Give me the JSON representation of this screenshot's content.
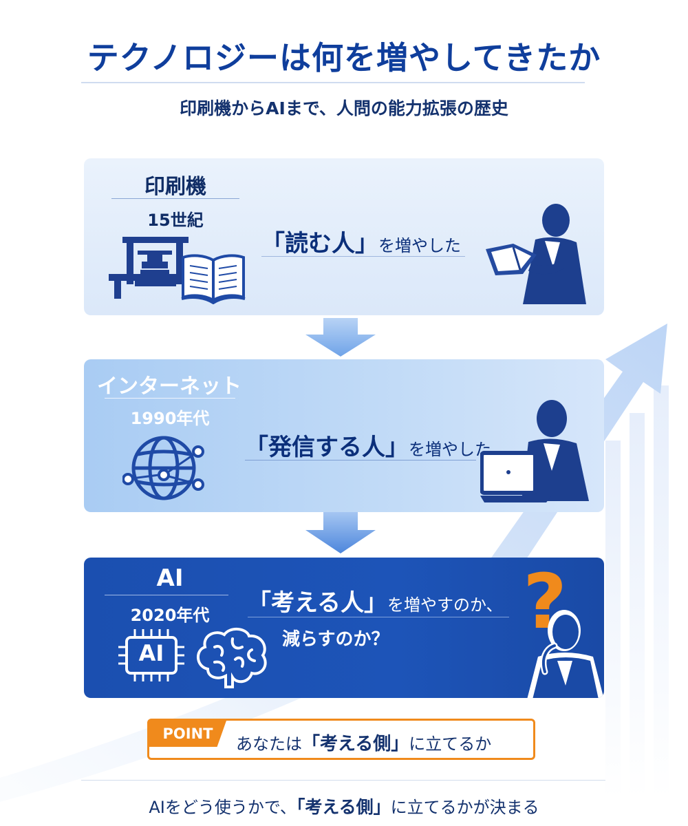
{
  "title": "テクノロジーは何を増やしてきたか",
  "subtitle": "印刷機からAIまで、人問の能力拡張の歴史",
  "eras": [
    {
      "name": "印刷機",
      "period": "15世紀",
      "statement_quote": "「読む人」",
      "statement_rest": "を増やした"
    },
    {
      "name": "インターネット",
      "period": "1990年代",
      "statement_quote": "「発信する人」",
      "statement_rest": "を増やした"
    },
    {
      "name": "AI",
      "period": "2020年代",
      "statement_quote": "「考える人」",
      "statement_rest": "を増やすのか、",
      "statement_line2": "減らすのか？",
      "chip_label": "AI",
      "question_mark": "?"
    }
  ],
  "point": {
    "tag": "POINT",
    "text_before": "あなたは",
    "text_emphasis": "「考える側」",
    "text_after": "に立てるか"
  },
  "footer": {
    "text_before": "AIをどう使うかで、",
    "text_emphasis": "「考える側」",
    "text_after": "に立てるかが決まる"
  },
  "colors": {
    "navy": "#0f3e9c",
    "deep_blue": "#1d54b8",
    "orange": "#f08a1c",
    "icon_blue": "#1f4aa6"
  },
  "icons": [
    "printing-press-icon",
    "open-book-icon",
    "reading-person-icon",
    "globe-network-icon",
    "laptop-person-icon",
    "ai-chip-icon",
    "brain-icon",
    "thinking-person-icon",
    "question-mark-icon",
    "down-arrow-icon",
    "rising-arrow-icon"
  ]
}
